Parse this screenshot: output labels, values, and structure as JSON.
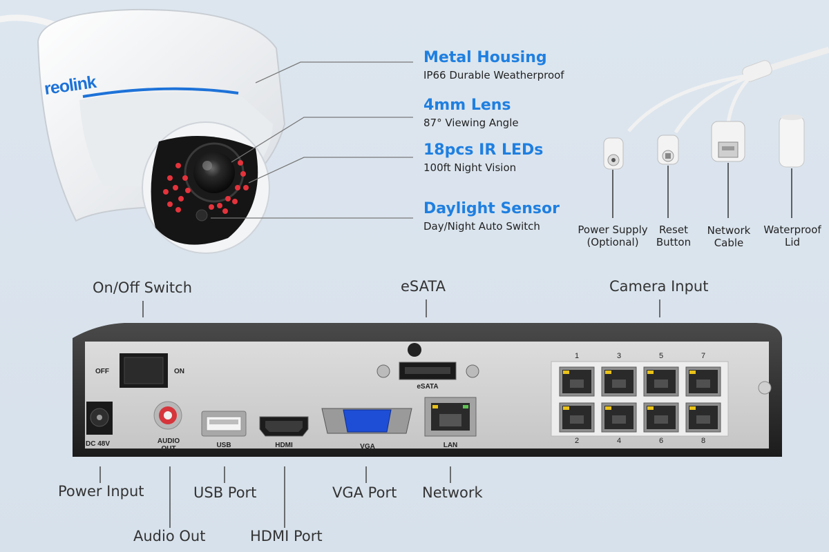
{
  "camera": {
    "brand": "reolink",
    "features": [
      {
        "title": "Metal Housing",
        "subtitle": "IP66 Durable Weatherproof"
      },
      {
        "title": "4mm Lens",
        "subtitle": "87° Viewing Angle"
      },
      {
        "title": "18pcs IR LEDs",
        "subtitle": "100ft Night Vision"
      },
      {
        "title": "Daylight Sensor",
        "subtitle": "Day/Night Auto Switch"
      }
    ]
  },
  "cable": {
    "connectors": [
      {
        "label": "Power Supply\n(Optional)",
        "icon": "dc-jack-icon"
      },
      {
        "label": "Reset\nButton",
        "icon": "reset-button-icon"
      },
      {
        "label": "Network\nCable",
        "icon": "rj45-icon"
      },
      {
        "label": "Waterproof\nLid",
        "icon": "lid-icon"
      }
    ]
  },
  "nvr": {
    "top_labels": {
      "on_off": "On/Off Switch",
      "esata": "eSATA",
      "camera_input": "Camera Input"
    },
    "bottom_labels": {
      "power_input": "Power Input",
      "audio_out": "Audio Out",
      "usb_port": "USB Port",
      "hdmi_port": "HDMI Port",
      "vga_port": "VGA Port",
      "network": "Network"
    },
    "panel": {
      "off": "OFF",
      "on": "ON",
      "dc": "DC 48V",
      "audio": "AUDIO\nOUT",
      "usb": "USB",
      "hdmi": "HDMI",
      "vga": "VGA",
      "esata": "eSATA",
      "lan": "LAN",
      "ports_top": [
        "1",
        "3",
        "5",
        "7"
      ],
      "ports_bottom": [
        "2",
        "4",
        "6",
        "8"
      ]
    },
    "colors": {
      "chassis": "#242424",
      "panel": "#d3d3d3",
      "port_led": "#e9c21a"
    }
  },
  "colors": {
    "accent": "#1f7fe0",
    "ir_led": "#e5333c"
  }
}
